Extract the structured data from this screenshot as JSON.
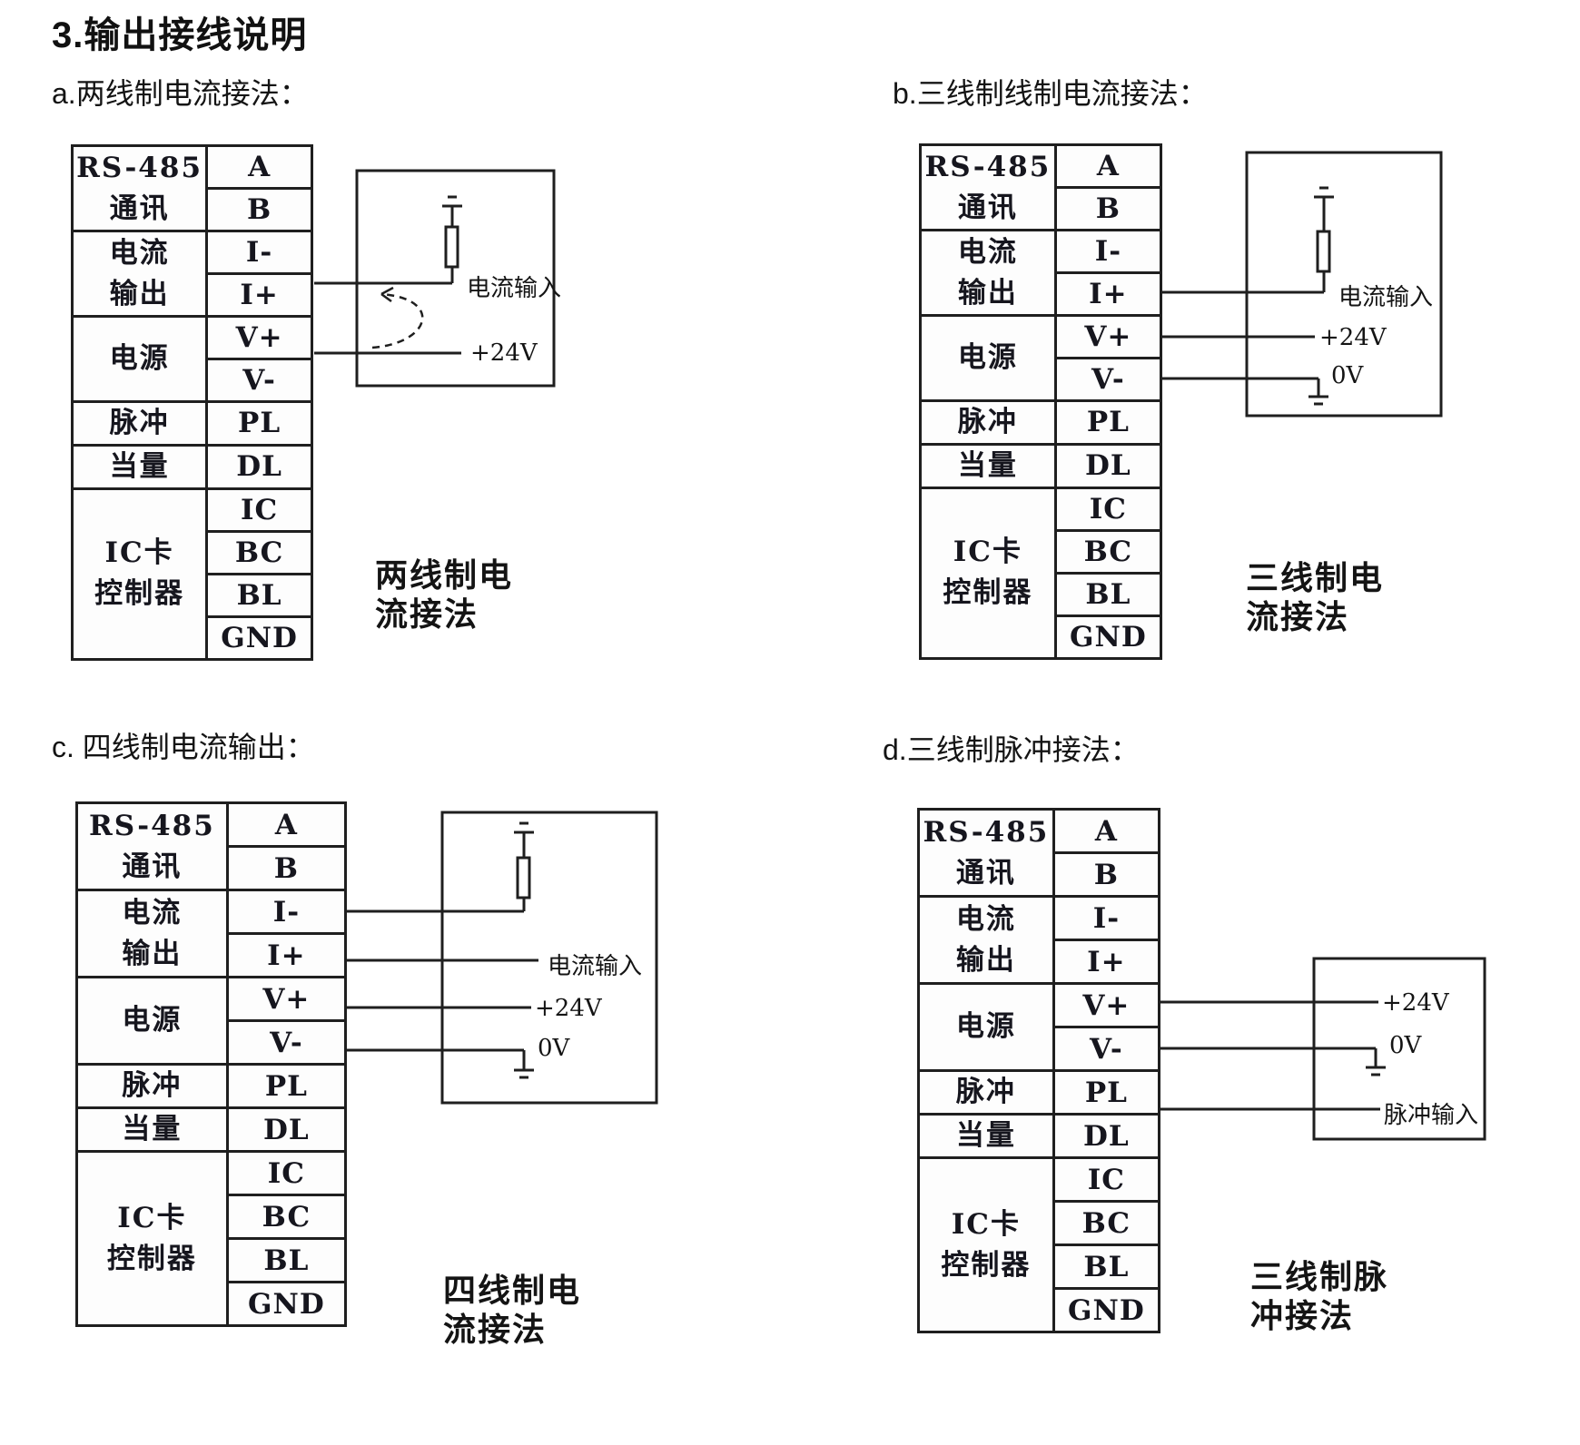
{
  "page": {
    "title": "3.输出接线说明"
  },
  "table": {
    "groups": [
      {
        "label": "RS-485\n通讯",
        "span": 2
      },
      {
        "label": "电流\n输出",
        "span": 2
      },
      {
        "label": "电源",
        "span": 2
      },
      {
        "label": "脉冲",
        "span": 1
      },
      {
        "label": "当量",
        "span": 1
      },
      {
        "label": "IC卡\n控制器",
        "span": 4
      }
    ],
    "terminals": [
      "A",
      "B",
      "I-",
      "I+",
      "V+",
      "V-",
      "PL",
      "DL",
      "IC",
      "BC",
      "BL",
      "GND"
    ]
  },
  "diagrams": {
    "a": {
      "heading": "a.两线制电流接法：",
      "caption": "两线制电\n流接法",
      "labels": {
        "current_input": "电流输入",
        "plus24": "+24V"
      }
    },
    "b": {
      "heading": "b.三线制线制电流接法：",
      "caption": "三线制电\n流接法",
      "labels": {
        "current_input": "电流输入",
        "plus24": "+24V",
        "zero": "0V"
      }
    },
    "c": {
      "heading": "c. 四线制电流输出：",
      "caption": "四线制电\n流接法",
      "labels": {
        "current_input": "电流输入",
        "plus24": "+24V",
        "zero": "0V"
      }
    },
    "d": {
      "heading": "d.三线制脉冲接法：",
      "caption": "三线制脉\n冲接法",
      "labels": {
        "plus24": "+24V",
        "zero": "0V",
        "pulse_input": "脉冲输入"
      }
    }
  }
}
